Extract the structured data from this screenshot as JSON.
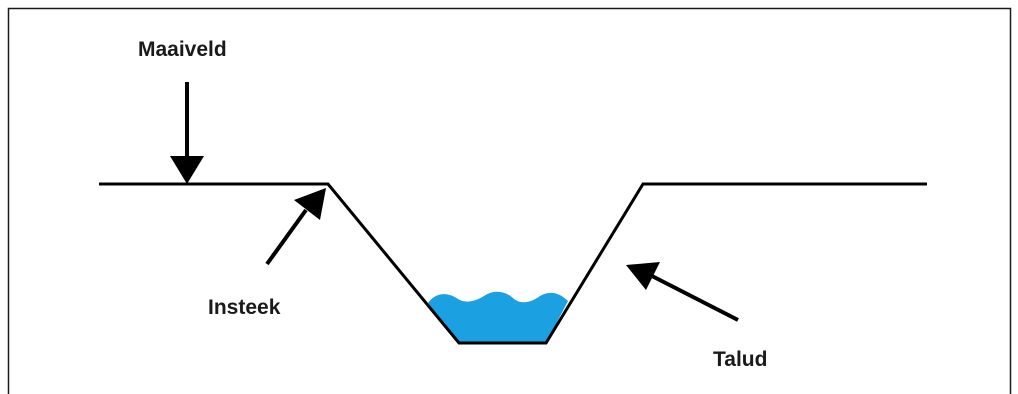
{
  "labels": {
    "maaiveld": "Maaiveld",
    "insteek": "Insteek",
    "talud": "Talud"
  },
  "colors": {
    "line": "#000000",
    "water": "#1ba1e2",
    "border": "#1a1a1a",
    "text": "#1a1a1a"
  }
}
